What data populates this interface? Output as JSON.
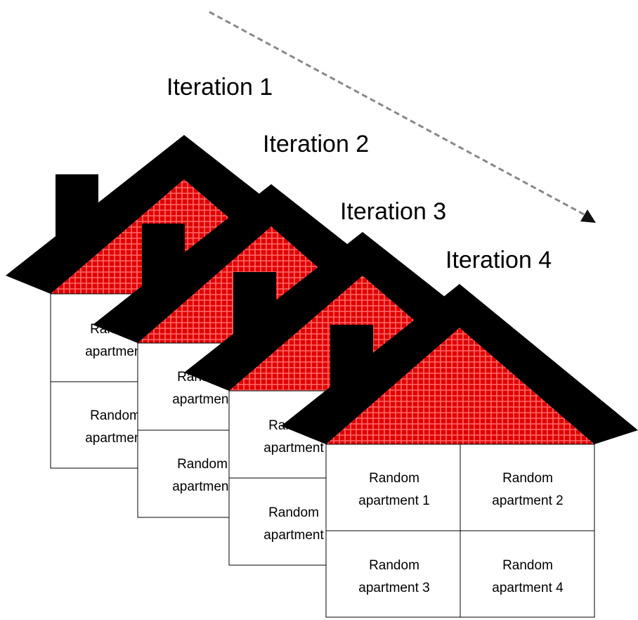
{
  "iterations": [
    {
      "label": "Iteration 1",
      "apartments": [
        {
          "line1": "Random",
          "line2": "apartment"
        },
        {
          "line1": "Random",
          "line2": "apartment"
        }
      ]
    },
    {
      "label": "Iteration 2",
      "apartments": [
        {
          "line1": "Random",
          "line2": "apartment"
        },
        {
          "line1": "Random",
          "line2": "apartment"
        }
      ]
    },
    {
      "label": "Iteration 3",
      "apartments": [
        {
          "line1": "Random",
          "line2": "apartment"
        },
        {
          "line1": "Random",
          "line2": "apartment"
        }
      ]
    },
    {
      "label": "Iteration 4",
      "apartments": [
        {
          "line1": "Random",
          "line2": "apartment 1"
        },
        {
          "line1": "Random",
          "line2": "apartment 2"
        },
        {
          "line1": "Random",
          "line2": "apartment 3"
        },
        {
          "line1": "Random",
          "line2": "apartment 4"
        }
      ]
    }
  ],
  "colors": {
    "roof": "#000000",
    "gable_fill": "#e00000",
    "gable_grid": "#ff6a6a",
    "arrow": "#888888"
  },
  "icons": {
    "house": "house-icon",
    "arrow": "dashed-arrow-icon"
  }
}
